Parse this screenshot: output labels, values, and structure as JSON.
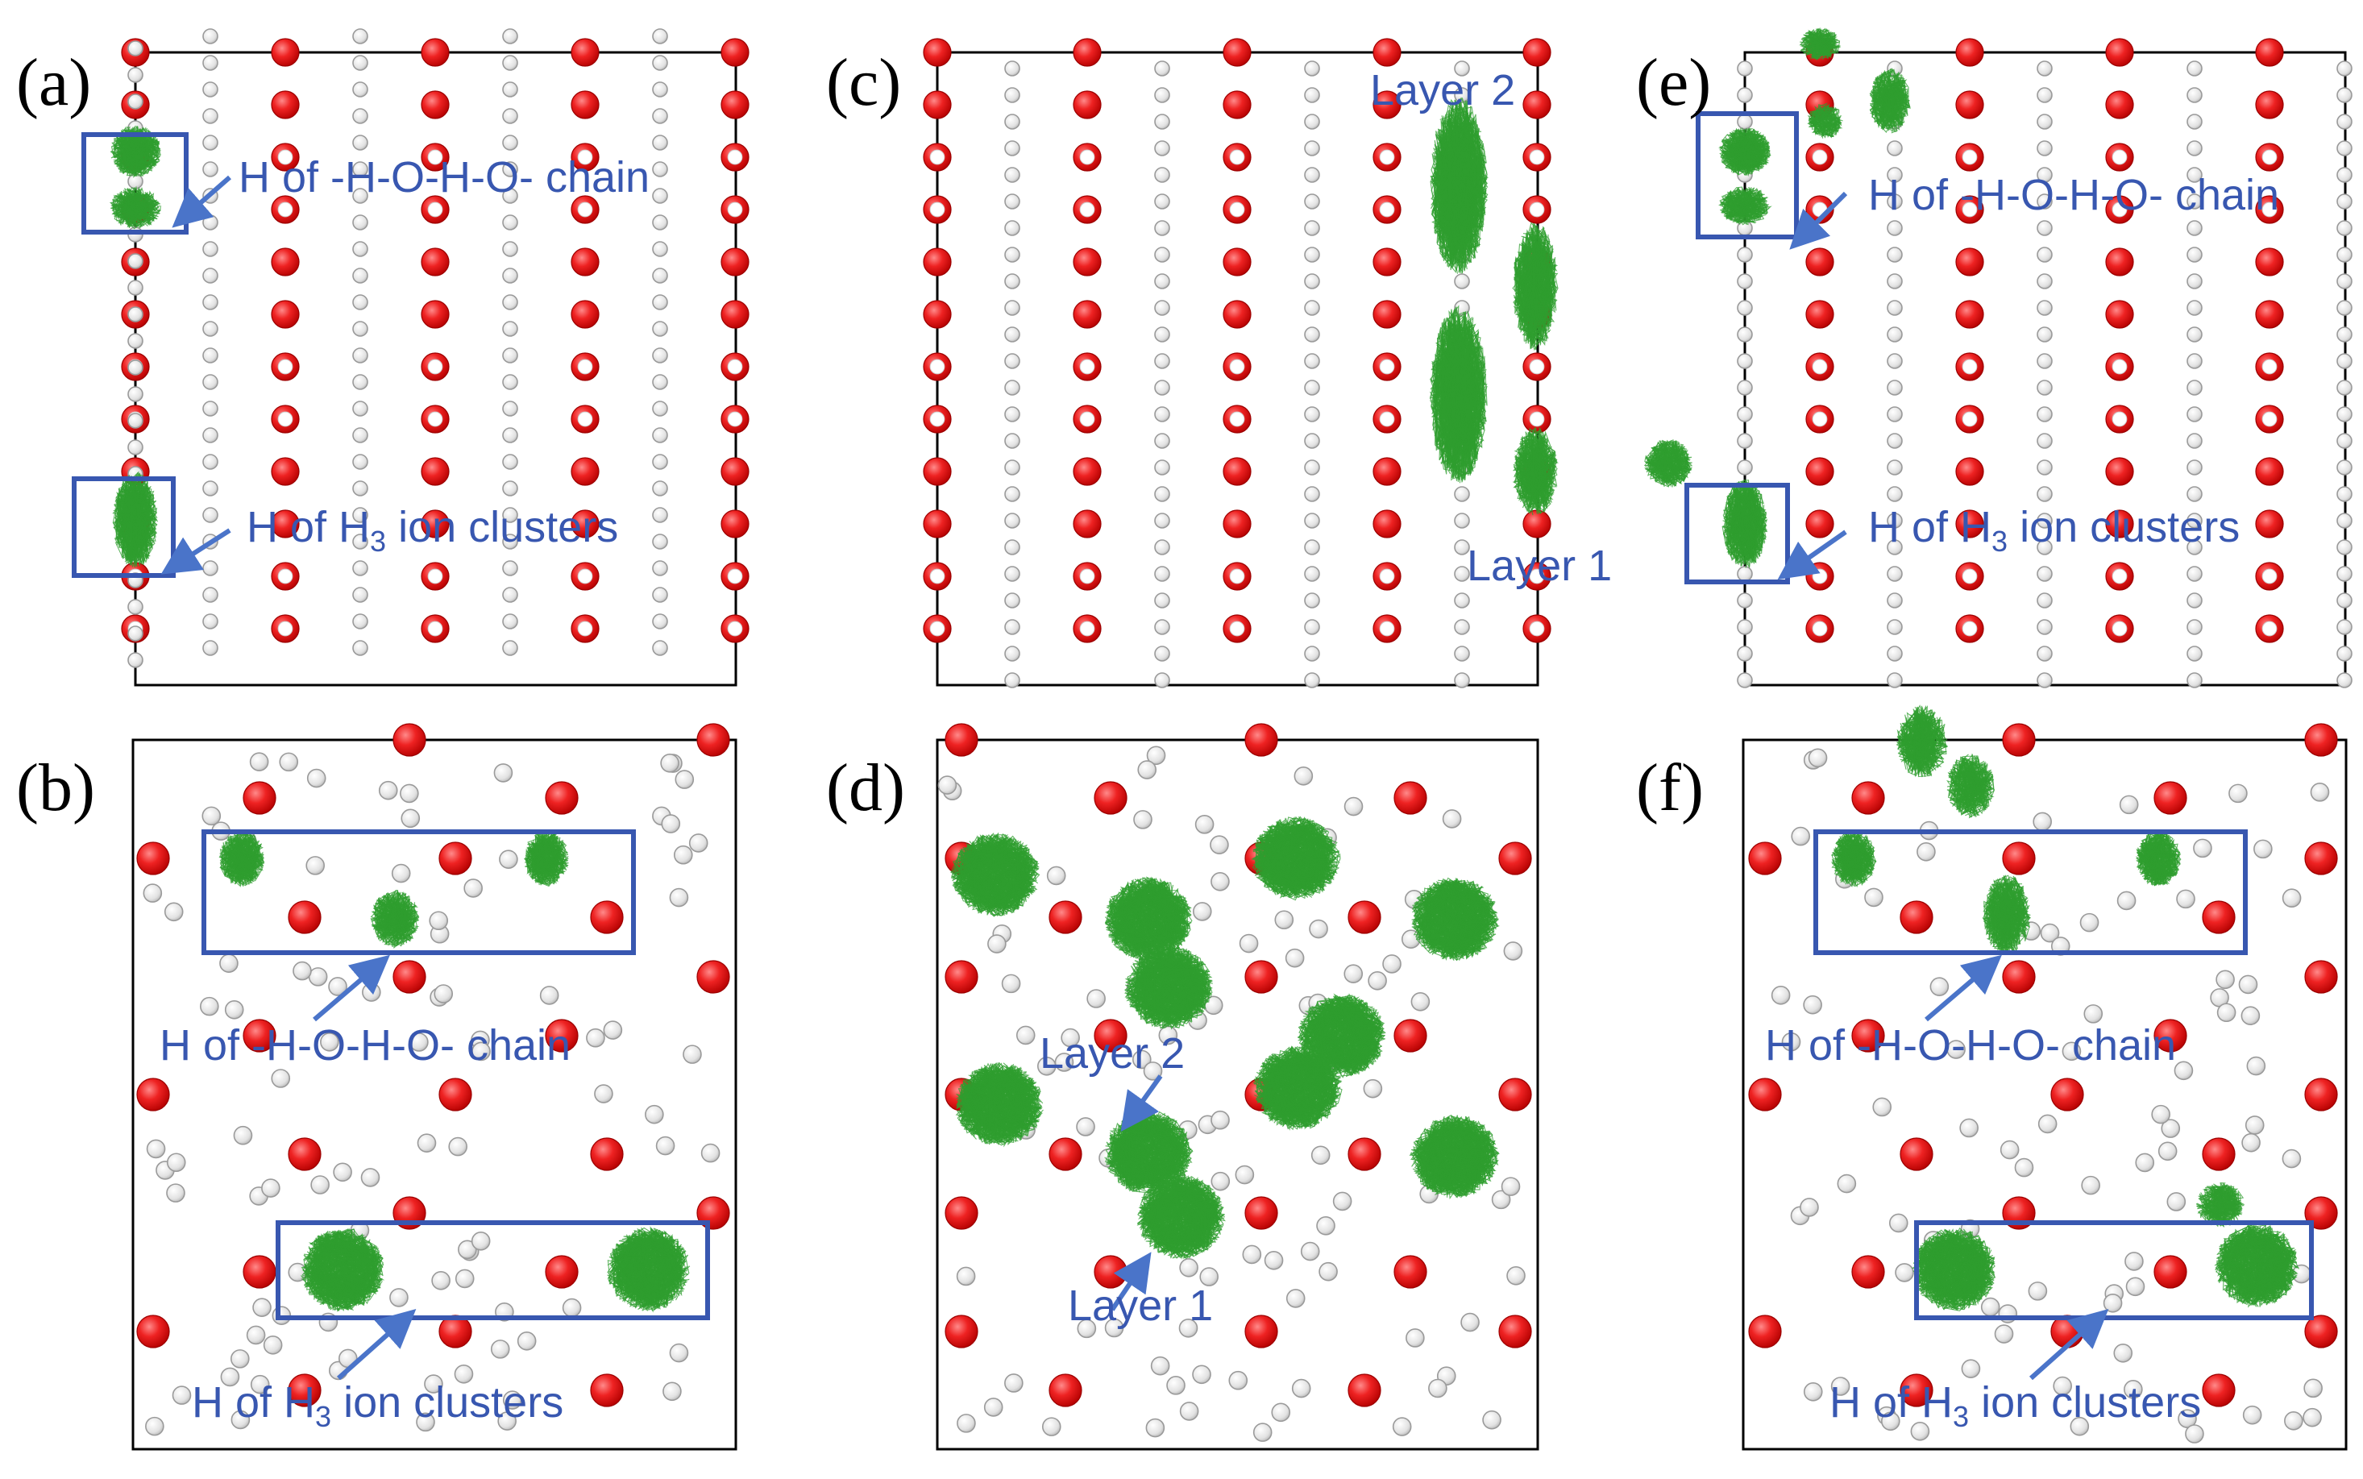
{
  "colors": {
    "oxygen": "#e31414",
    "oxygen_ring_center": "#ffffff",
    "hydrogen": "#e4e4e4",
    "hydrogen_stroke": "#9a9a9a",
    "trajectory": "#2f9e2f",
    "annotation": "#3857b0",
    "frame": "#000000"
  },
  "panels": [
    {
      "id": "a",
      "label": "(a)",
      "annotations": [
        {
          "kind": "chain",
          "prefix": "H of ",
          "main": "-H-O-H-O- chain",
          "sub": "",
          "suffix": ""
        },
        {
          "kind": "cluster",
          "prefix": "H of ",
          "main": "H",
          "sub": "3",
          "suffix": " ion clusters"
        }
      ]
    },
    {
      "id": "b",
      "label": "(b)",
      "annotations": [
        {
          "kind": "chain",
          "prefix": "H of ",
          "main": "-H-O-H-O- chain",
          "sub": "",
          "suffix": ""
        },
        {
          "kind": "cluster",
          "prefix": "H of ",
          "main": "H",
          "sub": "3",
          "suffix": " ion clusters"
        }
      ]
    },
    {
      "id": "c",
      "label": "(c)",
      "annotations": [
        {
          "kind": "layer",
          "prefix": "",
          "main": "Layer 2",
          "sub": "",
          "suffix": ""
        },
        {
          "kind": "layer",
          "prefix": "",
          "main": "Layer 1",
          "sub": "",
          "suffix": ""
        }
      ]
    },
    {
      "id": "d",
      "label": "(d)",
      "annotations": [
        {
          "kind": "layer",
          "prefix": "",
          "main": "Layer 2",
          "sub": "",
          "suffix": ""
        },
        {
          "kind": "layer",
          "prefix": "",
          "main": "Layer 1",
          "sub": "",
          "suffix": ""
        }
      ]
    },
    {
      "id": "e",
      "label": "(e)",
      "annotations": [
        {
          "kind": "chain",
          "prefix": "H of ",
          "main": "-H-O-H-O- chain",
          "sub": "",
          "suffix": ""
        },
        {
          "kind": "cluster",
          "prefix": "H of ",
          "main": "H",
          "sub": "3",
          "suffix": " ion clusters"
        }
      ]
    },
    {
      "id": "f",
      "label": "(f)",
      "annotations": [
        {
          "kind": "chain",
          "prefix": "H of ",
          "main": "-H-O-H-O- chain",
          "sub": "",
          "suffix": ""
        },
        {
          "kind": "cluster",
          "prefix": "H of ",
          "main": "H",
          "sub": "3",
          "suffix": " ion clusters"
        }
      ]
    }
  ]
}
